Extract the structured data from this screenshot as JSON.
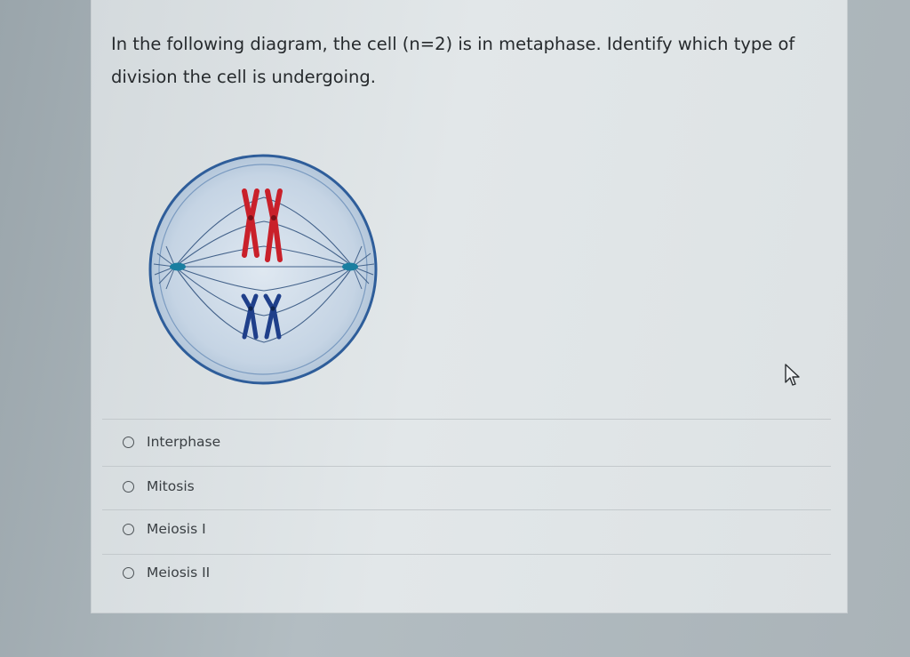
{
  "question": {
    "line1": "In the following diagram, the cell (n=2) is in metaphase. Identify which type of",
    "line2": "division the cell is undergoing."
  },
  "options": [
    {
      "label": "Interphase",
      "selected": false
    },
    {
      "label": "Mitosis",
      "selected": false
    },
    {
      "label": "Meiosis I",
      "selected": false
    },
    {
      "label": "Meiosis II",
      "selected": false
    }
  ],
  "colors": {
    "cell_outline": "#2e5d9a",
    "cell_fill": "#c8d7e6",
    "chromosome_red": "#c9202a",
    "chromosome_blue": "#1f3f8a",
    "centrosome": "#1a7ea0"
  },
  "icons": {
    "cursor": "pointer-arrow-icon",
    "radio": "radio-button-icon"
  }
}
